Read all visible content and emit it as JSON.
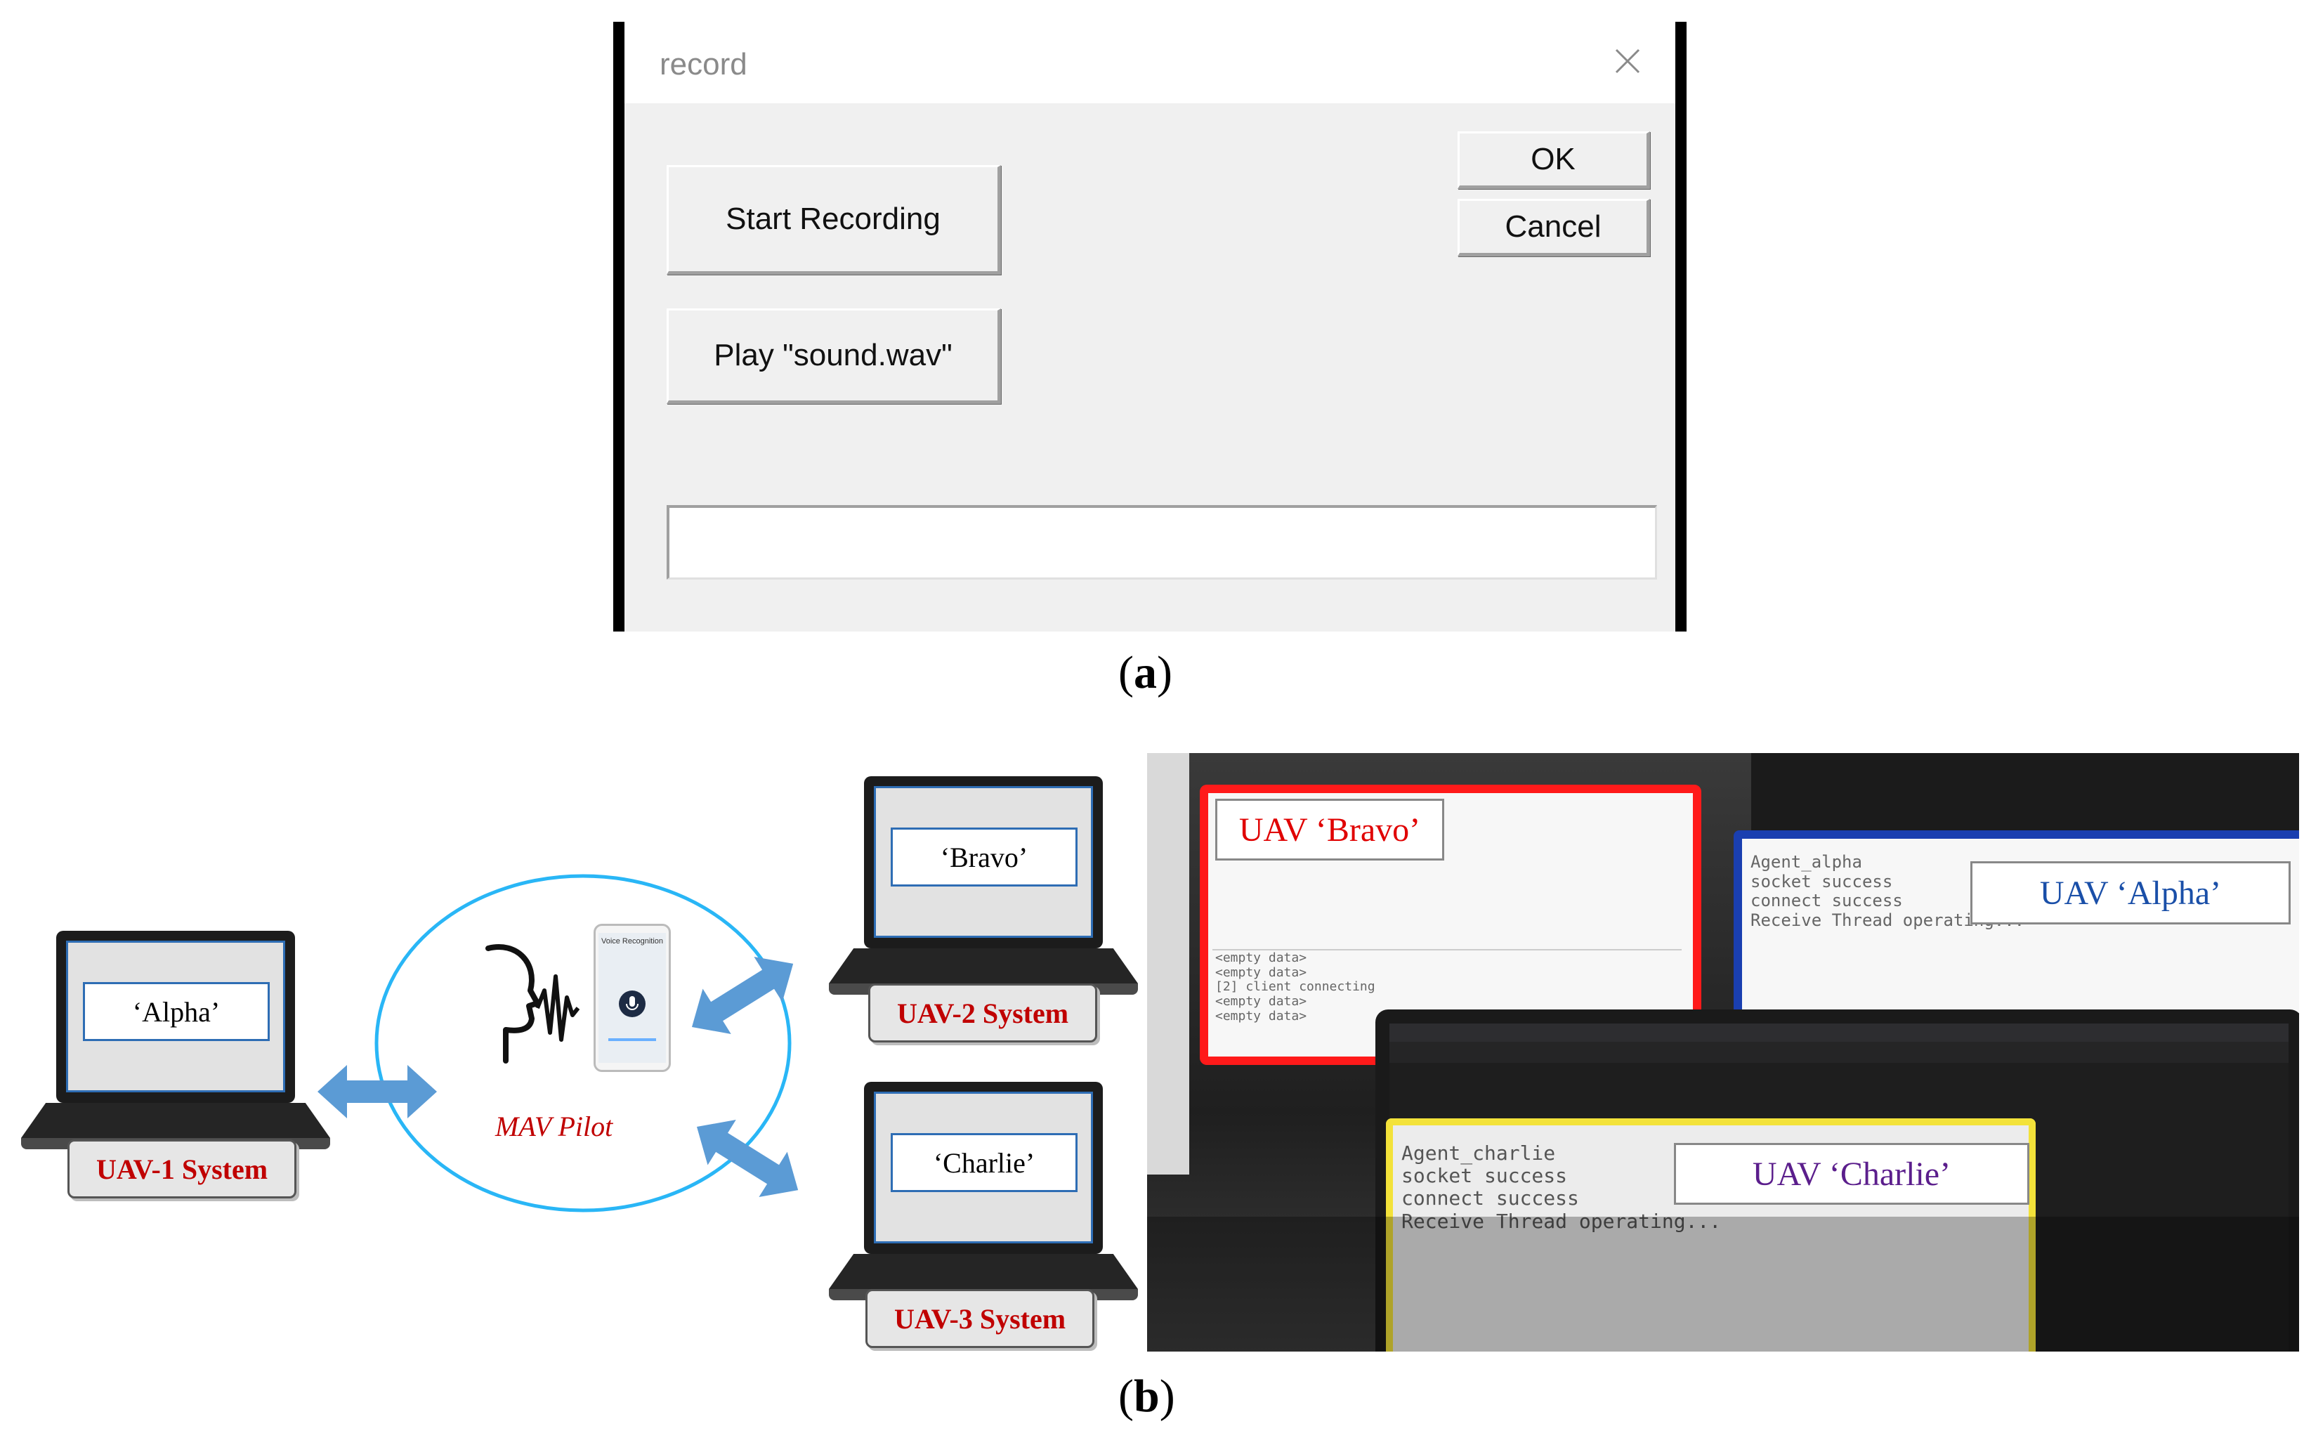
{
  "dialog": {
    "title": "record",
    "buttons": {
      "ok": "OK",
      "cancel": "Cancel",
      "start_recording": "Start Recording",
      "play_sound": "Play \"sound.wav\""
    },
    "status_value": ""
  },
  "captions": {
    "a": "a",
    "b": "b"
  },
  "diagram": {
    "laptops": [
      {
        "label": "‘Alpha’",
        "system": "UAV-1 System"
      },
      {
        "label": "‘Bravo’",
        "system": "UAV-2 System"
      },
      {
        "label": "‘Charlie’",
        "system": "UAV-3 System"
      }
    ],
    "pilot_label": "MAV Pilot",
    "phone_header": "Voice Recognition"
  },
  "photo": {
    "tags": {
      "bravo": "UAV ‘Bravo’",
      "alpha": "UAV ‘Alpha’",
      "charlie": "UAV ‘Charlie’"
    },
    "bravo_console": [
      "<empty data>",
      "<empty data>",
      "[2] client connecting",
      "<empty data>",
      "<empty data>"
    ],
    "alpha_console": [
      "Agent_alpha",
      "socket success",
      "connect success",
      "Receive Thread operating..."
    ],
    "charlie_console": [
      "Agent_charlie",
      "socket success",
      "connect success",
      "Receive Thread operating..."
    ]
  },
  "colors": {
    "bravo_frame": "#ff0000",
    "alpha_frame": "#1a3fb0",
    "charlie_frame": "#f3e23a",
    "arrow": "#5b9bd5",
    "system_text": "#c00000"
  }
}
